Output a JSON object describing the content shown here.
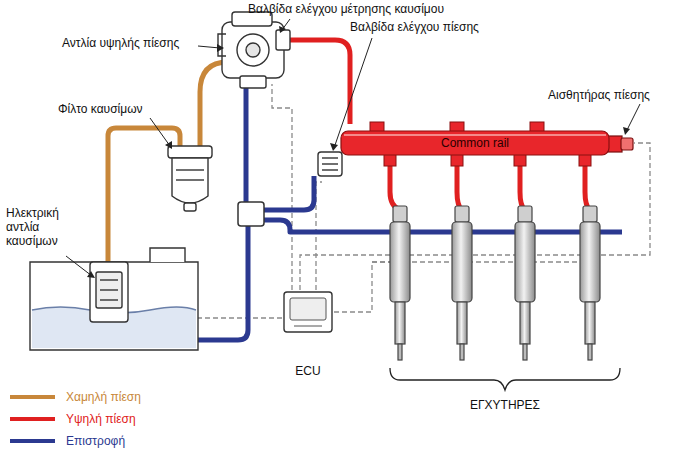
{
  "diagram": {
    "nodes": [
      {
        "text": [
          "Common rail"
        ]
      },
      {
        "text": [
          "ECU"
        ]
      }
    ],
    "labels": [
      "Βαλβίδα ελέγχου μέτρησης καυσίμου",
      "Βαλβίδα ελέγχου πίεσης",
      "Αντλία υψηλής πίεσης",
      "Αισθητήρας πίεσης",
      "Φίλτο καυσίμων",
      "Ηλεκτρική αντλία καυσίμων",
      "ΕΓΧΥΤΗΡΕΣ"
    ],
    "legend": [
      {
        "text": "Χαμηλή πίεση",
        "color": "#c8873a"
      },
      {
        "text": "Υψηλή πίεση",
        "color": "#e02020"
      },
      {
        "text": "Επιστροφή",
        "color": "#2b3990"
      }
    ]
  }
}
